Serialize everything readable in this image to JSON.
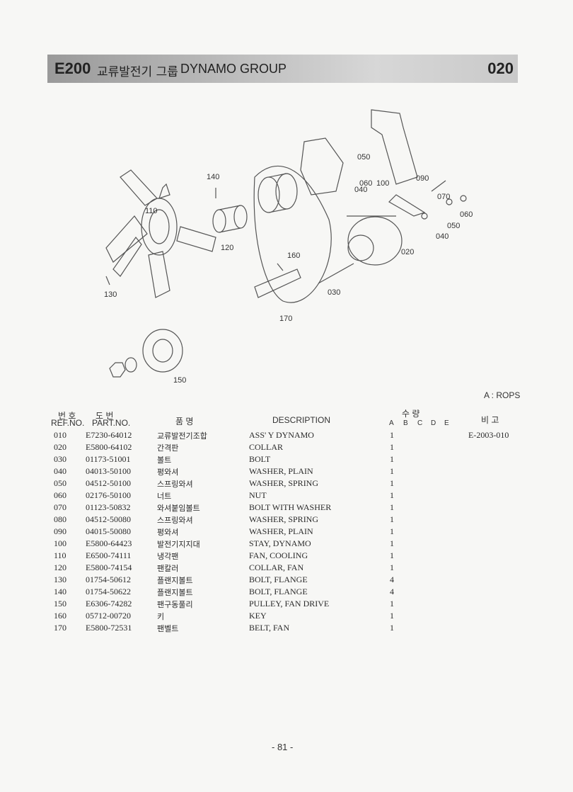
{
  "header": {
    "group_code": "E200",
    "title_ko": "교류발전기 그룹",
    "title_en": "DYNAMO GROUP",
    "section_number": "020"
  },
  "diagram_callouts": [
    "050",
    "060",
    "100",
    "040",
    "090",
    "070",
    "060",
    "050",
    "040",
    "020",
    "030",
    "140",
    "110",
    "120",
    "160",
    "130",
    "170",
    "150"
  ],
  "note": "A : ROPS",
  "table_header": {
    "ref_ko": "번 호",
    "ref_en": "REF.NO.",
    "part_ko": "도 번",
    "part_en": "PART.NO.",
    "name_ko": "품 명",
    "description": "DESCRIPTION",
    "qty_ko": "수 량",
    "qty_cols": [
      "A",
      "B",
      "C",
      "D",
      "E"
    ],
    "remarks_ko": "비 고"
  },
  "parts": [
    {
      "ref": "010",
      "part_no": "E7230-64012",
      "name_ko": "교류발전기조합",
      "description": "ASS' Y DYNAMO",
      "qty": "1",
      "remarks": "E-2003-010"
    },
    {
      "ref": "020",
      "part_no": "E5800-64102",
      "name_ko": "간격판",
      "description": "COLLAR",
      "qty": "1",
      "remarks": ""
    },
    {
      "ref": "030",
      "part_no": "01173-51001",
      "name_ko": "볼트",
      "description": "BOLT",
      "qty": "1",
      "remarks": ""
    },
    {
      "ref": "040",
      "part_no": "04013-50100",
      "name_ko": "평와셔",
      "description": "WASHER, PLAIN",
      "qty": "1",
      "remarks": ""
    },
    {
      "ref": "050",
      "part_no": "04512-50100",
      "name_ko": "스프링와셔",
      "description": "WASHER, SPRING",
      "qty": "1",
      "remarks": ""
    },
    {
      "ref": "060",
      "part_no": "02176-50100",
      "name_ko": "너트",
      "description": "NUT",
      "qty": "1",
      "remarks": ""
    },
    {
      "ref": "070",
      "part_no": "01123-50832",
      "name_ko": "와셔붙임볼트",
      "description": "BOLT WITH WASHER",
      "qty": "1",
      "remarks": ""
    },
    {
      "ref": "080",
      "part_no": "04512-50080",
      "name_ko": "스프링와셔",
      "description": "WASHER, SPRING",
      "qty": "1",
      "remarks": ""
    },
    {
      "ref": "090",
      "part_no": "04015-50080",
      "name_ko": "평와셔",
      "description": "WASHER, PLAIN",
      "qty": "1",
      "remarks": ""
    },
    {
      "ref": "100",
      "part_no": "E5800-64423",
      "name_ko": "발전기지지대",
      "description": "STAY, DYNAMO",
      "qty": "1",
      "remarks": ""
    },
    {
      "ref": "110",
      "part_no": "E6500-74111",
      "name_ko": "냉각팬",
      "description": "FAN, COOLING",
      "qty": "1",
      "remarks": ""
    },
    {
      "ref": "120",
      "part_no": "E5800-74154",
      "name_ko": "팬칼러",
      "description": "COLLAR, FAN",
      "qty": "1",
      "remarks": ""
    },
    {
      "ref": "130",
      "part_no": "01754-50612",
      "name_ko": "플랜지볼트",
      "description": "BOLT, FLANGE",
      "qty": "4",
      "remarks": ""
    },
    {
      "ref": "140",
      "part_no": "01754-50622",
      "name_ko": "플랜지볼트",
      "description": "BOLT, FLANGE",
      "qty": "4",
      "remarks": ""
    },
    {
      "ref": "150",
      "part_no": "E6306-74282",
      "name_ko": "팬구동풀리",
      "description": "PULLEY, FAN DRIVE",
      "qty": "1",
      "remarks": ""
    },
    {
      "ref": "160",
      "part_no": "05712-00720",
      "name_ko": "키",
      "description": "KEY",
      "qty": "1",
      "remarks": ""
    },
    {
      "ref": "170",
      "part_no": "E5800-72531",
      "name_ko": "팬벨트",
      "description": "BELT, FAN",
      "qty": "1",
      "remarks": ""
    }
  ],
  "page_number": "- 81 -"
}
